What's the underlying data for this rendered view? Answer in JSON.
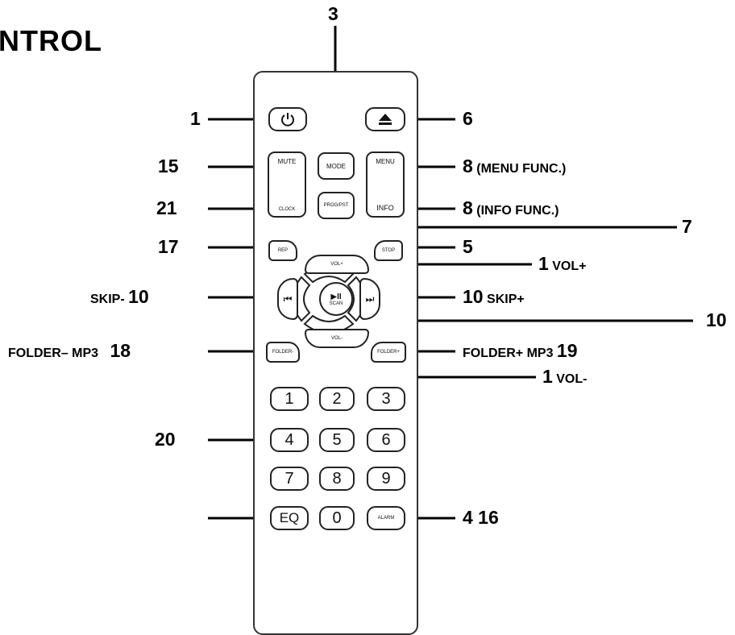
{
  "title": "NTROL",
  "remote": {
    "row1": {
      "power_icon": "power-icon",
      "eject_icon": "eject-icon"
    },
    "row2": {
      "mute": "MUTE",
      "clock": "CLOCK",
      "mode": "MODE",
      "menu": "MENU",
      "info": "INFO"
    },
    "row3": {
      "prog_pst": "PROG/PST"
    },
    "row4": {
      "rep": "REP",
      "stop": "STOP"
    },
    "dpad": {
      "vol_up": "VOL+",
      "vol_down": "VOL-",
      "scan": "SCAN",
      "play_pause": "▶II",
      "skip_prev": "⏮",
      "skip_next": "⏭"
    },
    "folder": {
      "minus": "FOLDER-",
      "plus": "FOLDER+"
    },
    "numbers": [
      "1",
      "2",
      "3",
      "4",
      "5",
      "6",
      "7",
      "8",
      "9"
    ],
    "bottom": {
      "eq": "EQ",
      "zero": "0",
      "alarm": "ALARM"
    }
  },
  "callouts": {
    "power": "1",
    "mode": "3",
    "eject": "6",
    "mute": "15",
    "menu_num": "8",
    "menu_func": "(MENU FUNC.)",
    "clock": "21",
    "info_num": "8",
    "info_func": "(INFO FUNC.)",
    "prog": "7",
    "rep": "17",
    "stop": "5",
    "vol_plus_num": "1",
    "vol_plus": "VOL+",
    "skip_minus_label": "SKIP-",
    "skip_minus_num": "10",
    "skip_plus_num": "10",
    "skip_plus_label": "SKIP+",
    "play": "10",
    "folder_minus_label": "FOLDER– MP3",
    "folder_minus_num": "18",
    "folder_plus_label": "FOLDER+ MP3",
    "folder_plus_num": "19",
    "vol_minus_num": "1",
    "vol_minus": "VOL-",
    "numbers": "20",
    "alarm": "4 16"
  }
}
